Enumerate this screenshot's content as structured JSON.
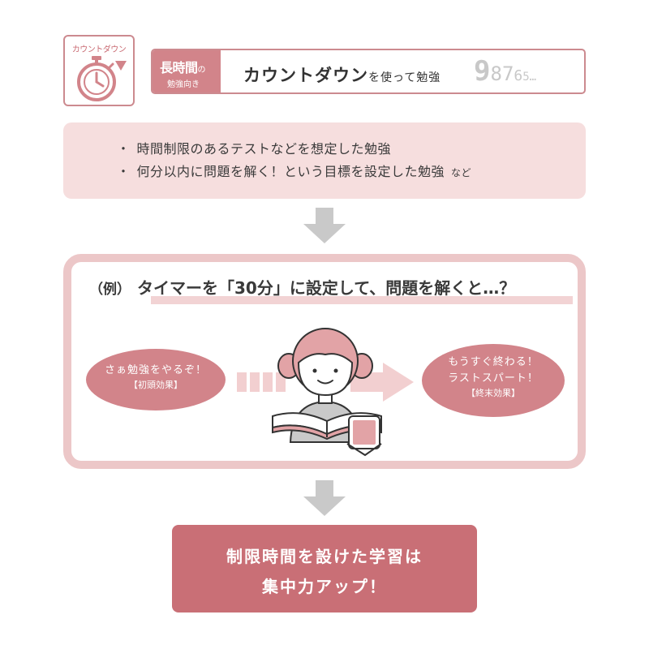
{
  "header": {
    "icon_label": "カウントダウン",
    "tag_line1": "長時間",
    "tag_line1_suffix": "の",
    "tag_line2": "勉強向き",
    "title_main": "カウントダウン",
    "title_tail": "を使って勉強",
    "countdown_digits": [
      "9",
      "8",
      "7",
      "6",
      "5",
      "…"
    ]
  },
  "info": {
    "items": [
      "時間制限のあるテストなどを想定した勉強",
      "何分以内に問題を解く！という目標を設定した勉強"
    ],
    "suffix": "など",
    "bullet": "・"
  },
  "example": {
    "prefix": "（例）",
    "title": "タイマーを「30分」に設定して、問題を解くと…？",
    "left_bubble": {
      "line1": "さぁ勉強をやるぞ！",
      "line2": "【初頭効果】"
    },
    "right_bubble": {
      "line1": "もうすぐ終わる！",
      "line2": "ラストスパート！",
      "line3": "【終末効果】"
    }
  },
  "result": {
    "line1": "制限時間を設けた学習は",
    "line2": "集中力アップ！"
  },
  "colors": {
    "accent": "#d2848a",
    "accent_dark": "#c96f76",
    "light_pink": "#f6dede",
    "frame_pink": "#ecc7c8",
    "arrow_gray": "#c9c9c9"
  }
}
